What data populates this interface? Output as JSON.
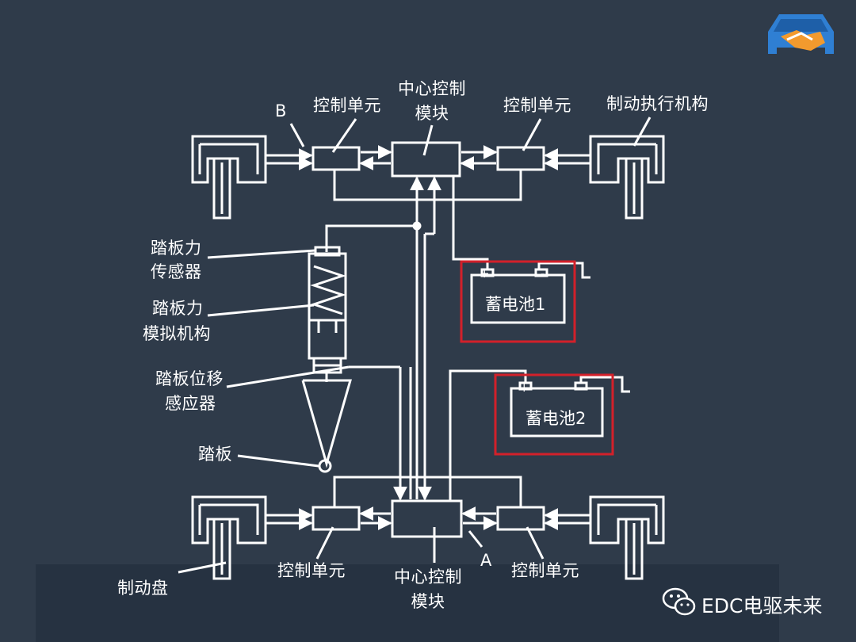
{
  "labels": {
    "b_marker": "B",
    "a_marker": "A",
    "top_left_control": "控制单元",
    "top_center_line1": "中心控制",
    "top_center_line2": "模块",
    "top_right_control": "控制单元",
    "brake_actuator": "制动执行机构",
    "pedal_force_sensor_line1": "踏板力",
    "pedal_force_sensor_line2": "传感器",
    "pedal_force_sim_line1": "踏板力",
    "pedal_force_sim_line2": "模拟机构",
    "pedal_disp_sensor_line1": "踏板位移",
    "pedal_disp_sensor_line2": "感应器",
    "pedal": "踏板",
    "brake_disc": "制动盘",
    "bottom_left_control": "控制单元",
    "bottom_center_line1": "中心控制",
    "bottom_center_line2": "模块",
    "bottom_right_control": "控制单元"
  },
  "batteries": [
    {
      "label": "蓄电池1",
      "plus": "+",
      "minus": "-"
    },
    {
      "label": "蓄电池2",
      "plus": "+",
      "minus": "-"
    }
  ],
  "watermark": {
    "brand": "EDC电驱未来",
    "wechat_icon": "wechat-icon",
    "logo_icon": "handshake-car-logo"
  },
  "colors": {
    "background": "#2f3b4a",
    "line": "#ffffff",
    "highlight": "#d3202a"
  }
}
